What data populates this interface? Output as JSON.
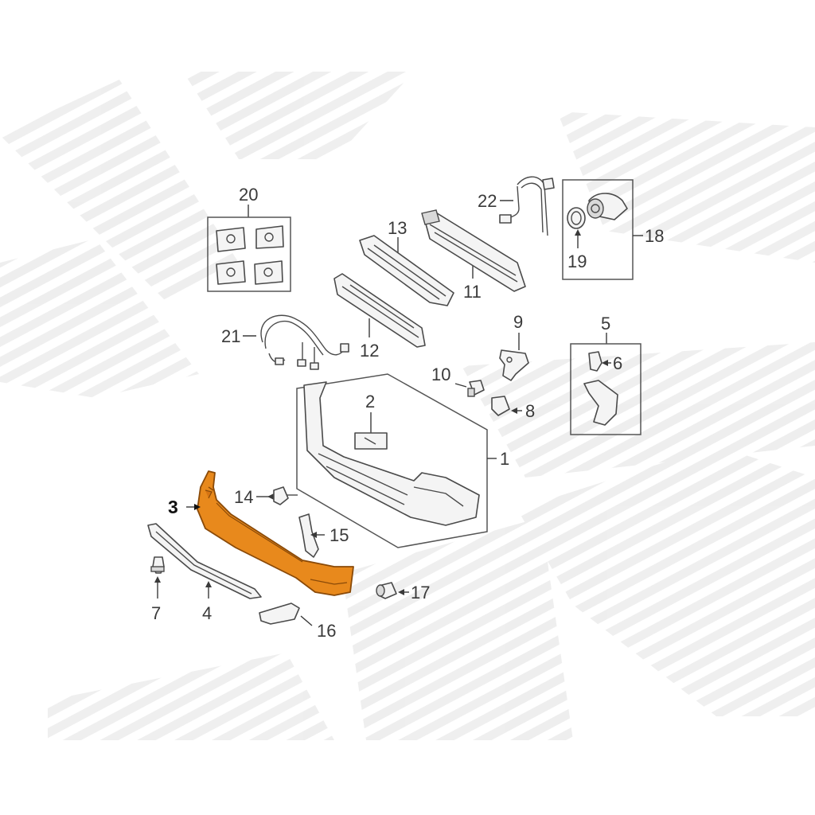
{
  "callouts": [
    {
      "id": "1",
      "text": "1"
    },
    {
      "id": "2",
      "text": "2"
    },
    {
      "id": "3",
      "text": "3"
    },
    {
      "id": "4",
      "text": "4"
    },
    {
      "id": "5",
      "text": "5"
    },
    {
      "id": "6",
      "text": "6"
    },
    {
      "id": "7",
      "text": "7"
    },
    {
      "id": "8",
      "text": "8"
    },
    {
      "id": "9",
      "text": "9"
    },
    {
      "id": "10",
      "text": "10"
    },
    {
      "id": "11",
      "text": "11"
    },
    {
      "id": "12",
      "text": "12"
    },
    {
      "id": "13",
      "text": "13"
    },
    {
      "id": "14",
      "text": "14"
    },
    {
      "id": "15",
      "text": "15"
    },
    {
      "id": "16",
      "text": "16"
    },
    {
      "id": "17",
      "text": "17"
    },
    {
      "id": "18",
      "text": "18"
    },
    {
      "id": "19",
      "text": "19"
    },
    {
      "id": "20",
      "text": "20"
    },
    {
      "id": "21",
      "text": "21"
    },
    {
      "id": "22",
      "text": "22"
    }
  ],
  "colors": {
    "highlight_part": "#e8891c",
    "highlight_stroke": "#8a4a08",
    "line": "#4a4a4a",
    "watermark": "#efefef"
  },
  "highlighted_part": "3"
}
